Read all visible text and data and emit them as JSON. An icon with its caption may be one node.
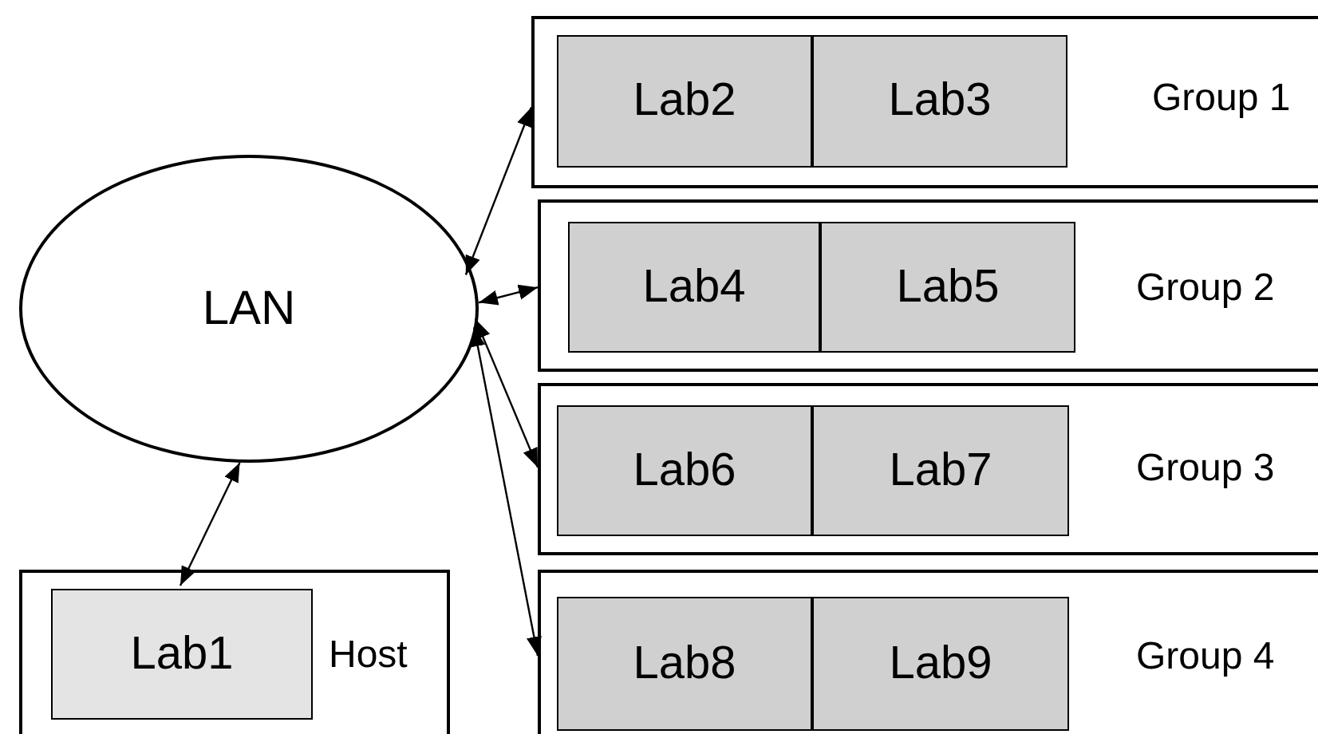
{
  "diagram": {
    "nodes": [
      {
        "text": [
          "LAN"
        ]
      },
      {
        "text": [
          "Group 1"
        ]
      },
      {
        "text": [
          "Lab2"
        ],
        "in": 1
      },
      {
        "text": [
          "Lab3"
        ],
        "in": 1
      },
      {
        "text": [
          "Group 2"
        ]
      },
      {
        "text": [
          "Lab4"
        ],
        "in": 4
      },
      {
        "text": [
          "Lab5"
        ],
        "in": 4
      },
      {
        "text": [
          "Group 3"
        ]
      },
      {
        "text": [
          "Lab6"
        ],
        "in": 7
      },
      {
        "text": [
          "Lab7"
        ],
        "in": 7
      },
      {
        "text": [
          "Group 4"
        ]
      },
      {
        "text": [
          "Lab8"
        ],
        "in": 10
      },
      {
        "text": [
          "Lab9"
        ],
        "in": 10
      },
      {
        "text": [
          "Host"
        ]
      },
      {
        "text": [
          "Lab1"
        ],
        "in": 13
      }
    ],
    "edges": [
      {
        "from": 0,
        "to": 1,
        "arrow": "both"
      },
      {
        "from": 0,
        "to": 4,
        "arrow": "both"
      },
      {
        "from": 0,
        "to": 7,
        "arrow": "both"
      },
      {
        "from": 0,
        "to": 10,
        "arrow": "both"
      },
      {
        "from": 0,
        "to": 14,
        "arrow": "both"
      }
    ]
  }
}
